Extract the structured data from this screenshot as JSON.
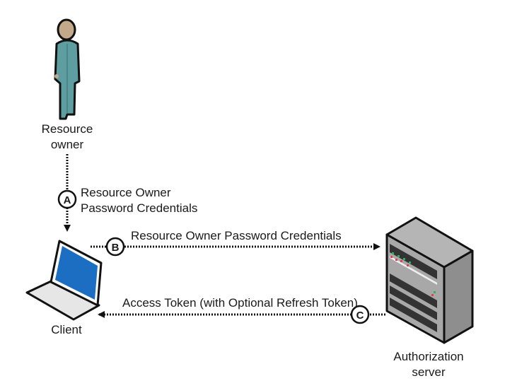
{
  "actors": {
    "resource_owner": {
      "line1": "Resource",
      "line2": "owner",
      "icon": "person-icon"
    },
    "client": {
      "label": "Client",
      "icon": "laptop-icon"
    },
    "authorization_server": {
      "line1": "Authorization",
      "line2": "server",
      "icon": "server-icon"
    }
  },
  "steps": {
    "a": {
      "marker": "A",
      "line1": "Resource Owner",
      "line2": "Password Credentials"
    },
    "b": {
      "marker": "B",
      "label": "Resource Owner Password Credentials"
    },
    "c": {
      "marker": "C",
      "label": "Access Token (with Optional Refresh Token)"
    }
  },
  "colors": {
    "person": "#5f9ea0",
    "skin": "#c4a88a",
    "screen": "#1b6ec2",
    "server": "#9a9a9a"
  }
}
